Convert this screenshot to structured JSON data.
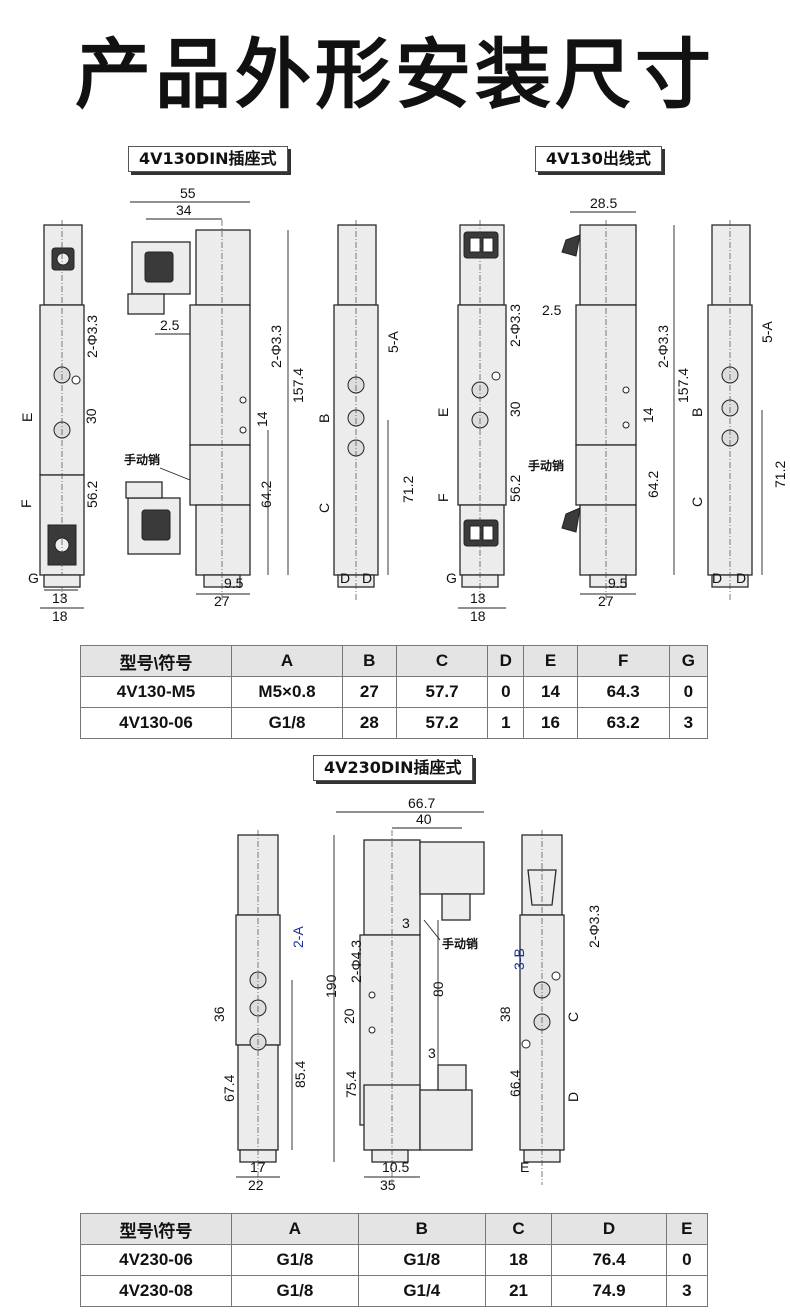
{
  "page_title": "产品外形安装尺寸",
  "sections": {
    "s1_label": "4V130DIN插座式",
    "s2_label": "4V130出线式",
    "s3_label": "4V230DIN插座式"
  },
  "drawing1": {
    "dims": [
      "55",
      "34",
      "2.5",
      "2-Φ3.3",
      "157.4",
      "14",
      "64.2",
      "9.5",
      "27",
      "手动销"
    ],
    "left_dims": [
      "E",
      "F",
      "G",
      "30",
      "56.2",
      "13",
      "18",
      "2-Φ3.3"
    ],
    "right_dims": [
      "5-A",
      "B",
      "C",
      "71.2",
      "D",
      "D"
    ]
  },
  "drawing2": {
    "dims": [
      "28.5",
      "2.5",
      "2-Φ3.3",
      "157.4",
      "14",
      "64.2",
      "9.5",
      "27",
      "手动销"
    ],
    "left_dims": [
      "E",
      "F",
      "G",
      "30",
      "56.2",
      "13",
      "18",
      "2-Φ3.3"
    ],
    "right_dims": [
      "5-A",
      "B",
      "C",
      "71.2",
      "D",
      "D"
    ]
  },
  "drawing3": {
    "left_dims": [
      "2-A",
      "36",
      "67.4",
      "85.4",
      "17",
      "22"
    ],
    "mid_dims": [
      "66.7",
      "40",
      "3",
      "手动销",
      "2-Φ4.3",
      "190",
      "20",
      "80",
      "3",
      "75.4",
      "10.5",
      "35"
    ],
    "right_dims": [
      "3-B",
      "2-Φ3.3",
      "38",
      "C",
      "66.4",
      "D",
      "E"
    ]
  },
  "table1": {
    "headers": [
      "型号\\符号",
      "A",
      "B",
      "C",
      "D",
      "E",
      "F",
      "G"
    ],
    "rows": [
      [
        "4V130-M5",
        "M5×0.8",
        "27",
        "57.7",
        "0",
        "14",
        "64.3",
        "0"
      ],
      [
        "4V130-06",
        "G1/8",
        "28",
        "57.2",
        "1",
        "16",
        "63.2",
        "3"
      ]
    ]
  },
  "table2": {
    "headers": [
      "型号\\符号",
      "A",
      "B",
      "C",
      "D",
      "E"
    ],
    "rows": [
      [
        "4V230-06",
        "G1/8",
        "G1/8",
        "18",
        "76.4",
        "0"
      ],
      [
        "4V230-08",
        "G1/8",
        "G1/4",
        "21",
        "74.9",
        "3"
      ]
    ]
  },
  "colors": {
    "body": "#ececec",
    "outline": "#2a2a2a",
    "blue_label": "#1a2f9a"
  }
}
